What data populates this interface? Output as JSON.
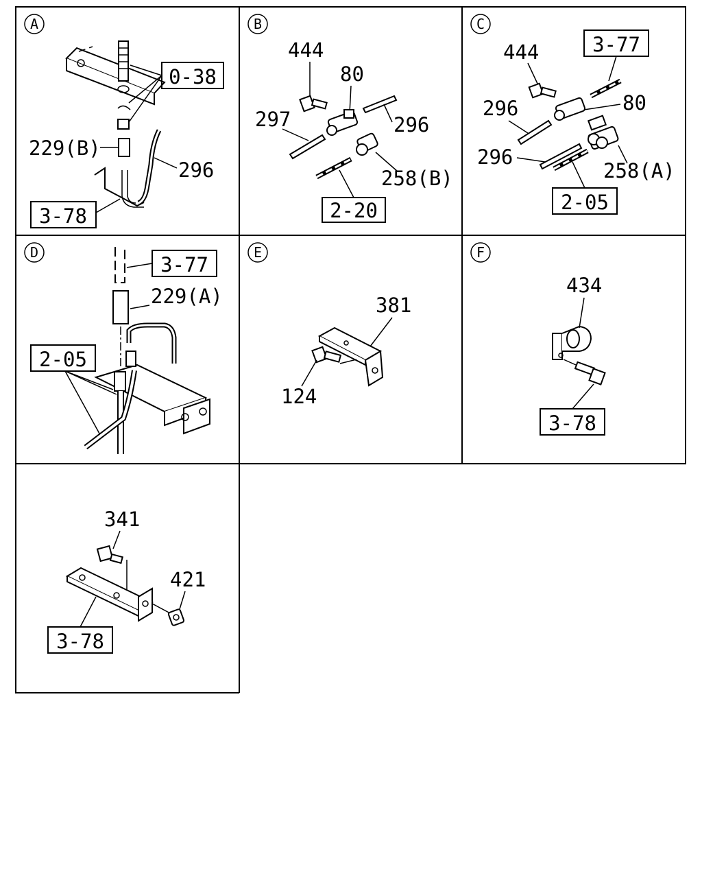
{
  "panels": {
    "A": {
      "letter": "A",
      "labels": {
        "ref_top": "0-38",
        "p229b": "229(B)",
        "p296": "296",
        "ref_bottom": "3-78"
      }
    },
    "B": {
      "letter": "B",
      "labels": {
        "p444": "444",
        "p80": "80",
        "p297": "297",
        "p296": "296",
        "p258b": "258(B)",
        "ref": "2-20"
      }
    },
    "C": {
      "letter": "C",
      "labels": {
        "ref_top": "3-77",
        "p444": "444",
        "p296a": "296",
        "p80": "80",
        "p296b": "296",
        "p258a": "258(A)",
        "ref_bottom": "2-05"
      }
    },
    "D": {
      "letter": "D",
      "labels": {
        "ref_top": "3-77",
        "p229a": "229(A)",
        "ref_left": "2-05"
      }
    },
    "E": {
      "letter": "E",
      "labels": {
        "p381": "381",
        "p124": "124"
      }
    },
    "F": {
      "letter": "F",
      "labels": {
        "p434": "434",
        "ref": "3-78"
      }
    },
    "G": {
      "labels": {
        "p341": "341",
        "p421": "421",
        "ref": "3-78"
      }
    }
  }
}
